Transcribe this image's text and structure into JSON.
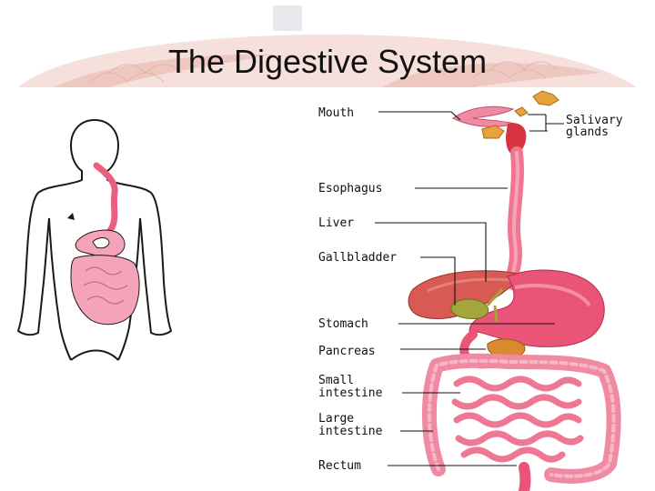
{
  "slide": {
    "title": "The Digestive System"
  },
  "diagram": {
    "labels": {
      "mouth": "Mouth",
      "salivary_1": "Salivary",
      "salivary_2": "glands",
      "esophagus": "Esophagus",
      "liver": "Liver",
      "gallbladder": "Gallbladder",
      "stomach": "Stomach",
      "pancreas": "Pancreas",
      "small_1": "Small",
      "small_2": "intestine",
      "large_1": "Large",
      "large_2": "intestine",
      "rectum": "Rectum"
    }
  },
  "colors": {
    "organ_pink": "#f06a8a",
    "organ_light": "#f7a9bb",
    "liver_red": "#c8504a",
    "gland_gold": "#e8a23a",
    "gallbladder_green": "#8a9a2a",
    "band_tint": "#f1cfc8"
  }
}
